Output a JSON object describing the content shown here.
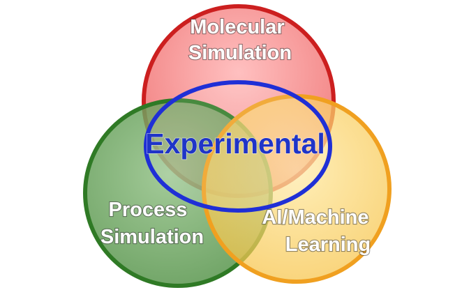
{
  "diagram": {
    "type": "venn",
    "sets": [
      {
        "id": "molecular",
        "lines": [
          "Molecular",
          "Simulation"
        ],
        "fill": "#f07a7a",
        "stroke": "#cc1f1f"
      },
      {
        "id": "process",
        "lines": [
          "Process",
          "Simulation"
        ],
        "fill": "#5e9a52",
        "stroke": "#2f7a25"
      },
      {
        "id": "ai",
        "lines": [
          "AI/Machine",
          "Learning"
        ],
        "fill": "#f8c94d",
        "stroke": "#f0a020"
      }
    ],
    "center": {
      "label": "Experimental",
      "stroke": "#1f2fd6",
      "text_color": "#1f34c8"
    }
  }
}
